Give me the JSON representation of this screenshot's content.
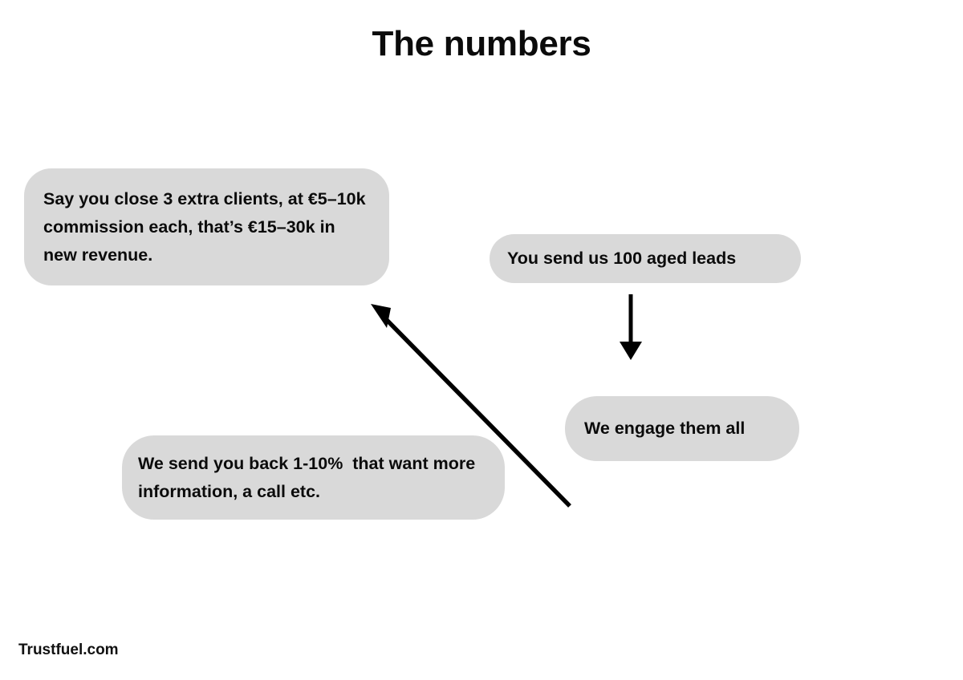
{
  "slide": {
    "title": "The numbers",
    "background_color": "#ffffff",
    "text_color": "#0b0b0b"
  },
  "theme": {
    "pill_fill": "#d9d9d9",
    "arrow_color": "#000000"
  },
  "nodes": [
    {
      "id": "revenue",
      "text": "Say you close 3 extra clients, at €5–10k commission each, that’s €15–30k in new revenue."
    },
    {
      "id": "send-leads",
      "text": "You send us 100 aged leads"
    },
    {
      "id": "engage",
      "text": "We engage them all"
    },
    {
      "id": "send-back",
      "text": "We send you back 1-10%  that want more information, a call etc."
    }
  ],
  "connectors": [
    {
      "id": "leads-to-engage",
      "from": "send-leads",
      "to": "engage",
      "direction": "down"
    },
    {
      "id": "sendback-to-revenue",
      "from": "send-back",
      "to": "revenue",
      "direction": "up-left"
    }
  ],
  "footer": {
    "brand": "Trustfuel.com"
  }
}
